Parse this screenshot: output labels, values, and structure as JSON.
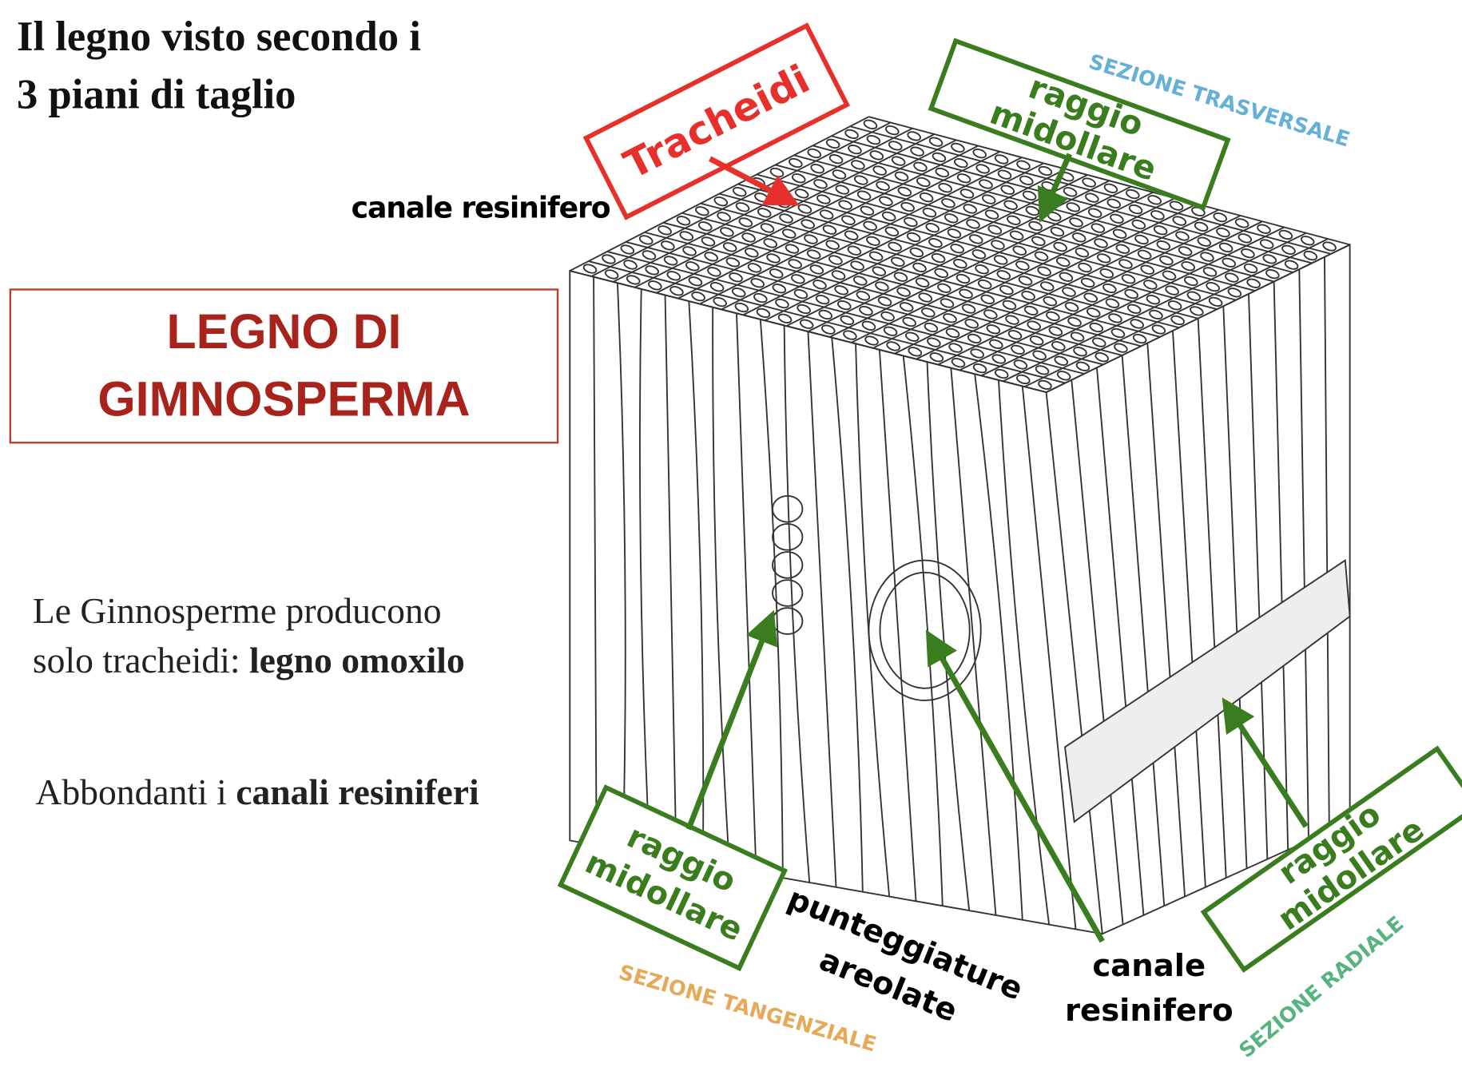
{
  "title": {
    "line1": "Il legno visto secondo i",
    "line2": "3 piani di taglio"
  },
  "box": {
    "line1": "LEGNO DI",
    "line2": "GIMNOSPERMA"
  },
  "text": {
    "p1_line1": "Le Ginnosperme producono",
    "p1_line2_plain": "solo tracheidi: ",
    "p1_line2_bold": "legno omoxilo",
    "p2_plain": "Abbondanti i ",
    "p2_bold": "canali resiniferi"
  },
  "labels": {
    "canale_top": "canale resinifero",
    "tracheidi": "Tracheidi",
    "raggio_top": "raggio midollare",
    "sez_trasversale": "SEZIONE TRASVERSALE",
    "raggio_left_1": "raggio",
    "raggio_left_2": "midollare",
    "punt_1": "punteggiature",
    "punt_2": "areolate",
    "canale_bot_1": "canale",
    "canale_bot_2": "resinifero",
    "raggio_right": "raggio midollare",
    "sez_radiale": "SEZIONE RADIALE",
    "sez_tangenziale": "SEZIONE TANGENZIALE"
  },
  "colors": {
    "red": "#e8302a",
    "darkred": "#a8231b",
    "green": "#3a7d1f",
    "blue": "#4aa3d0",
    "orange": "#e29a3c",
    "teal": "#3aa66a"
  }
}
